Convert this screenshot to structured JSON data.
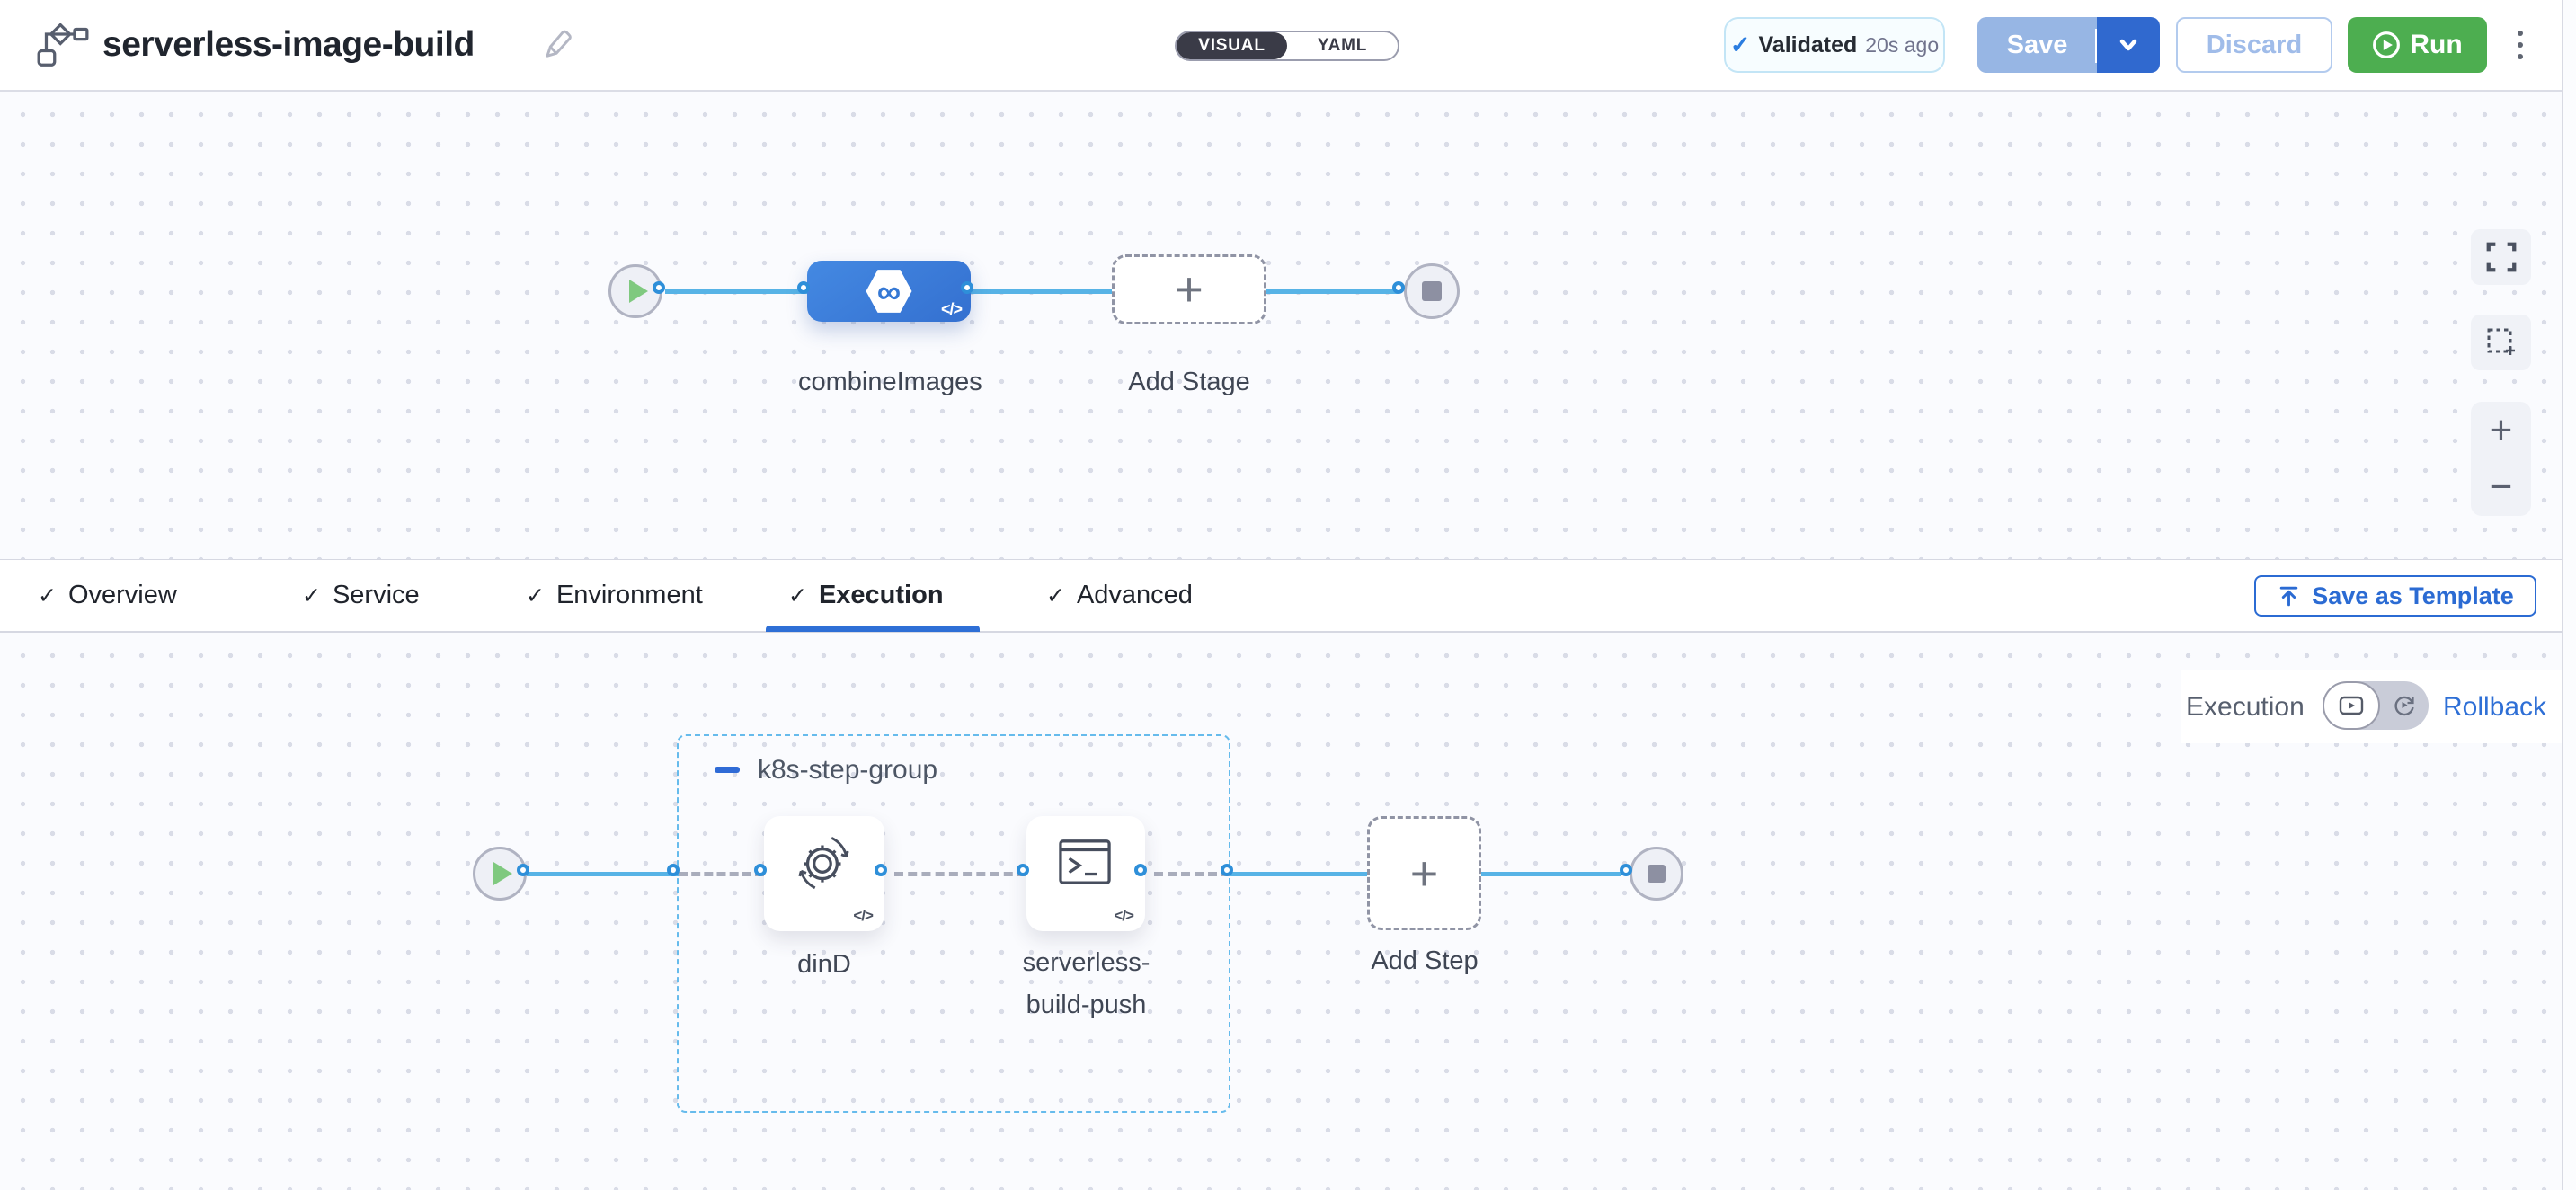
{
  "header": {
    "title": "serverless-image-build",
    "mode_toggle": {
      "visual": "VISUAL",
      "yaml": "YAML"
    },
    "validation": {
      "label": "Validated",
      "time": "20s ago"
    },
    "save_label": "Save",
    "discard_label": "Discard",
    "run_label": "Run"
  },
  "stage_canvas": {
    "stage_label": "combineImages",
    "add_stage_label": "Add Stage"
  },
  "tabs": {
    "items": [
      {
        "label": "Overview"
      },
      {
        "label": "Service"
      },
      {
        "label": "Environment"
      },
      {
        "label": "Execution"
      },
      {
        "label": "Advanced"
      }
    ],
    "active_tab": "Execution",
    "save_as_template_label": "Save as Template"
  },
  "execution_canvas": {
    "mode_label": "Execution",
    "rollback_label": "Rollback",
    "group_label": "k8s-step-group",
    "steps": [
      {
        "label": "dinD"
      },
      {
        "label": "serverless-build-push"
      }
    ],
    "add_step_label": "Add Step"
  },
  "icons": {
    "check": "✓",
    "plus": "+",
    "minus": "−",
    "infinity": "∞",
    "code": "</>"
  },
  "colors": {
    "accent_blue": "#2e6fd6",
    "run_green": "#4dae50",
    "edge_blue": "#57b3e6",
    "node_blue": "#3b7fd9",
    "group_dash_blue": "#66bbec",
    "validated_check_blue": "#2b7de0"
  }
}
